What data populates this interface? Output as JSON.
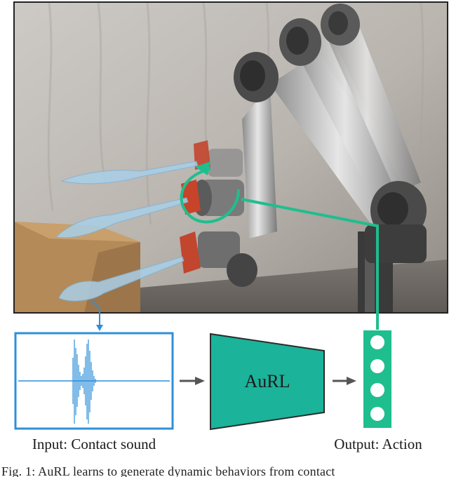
{
  "figure": {
    "model_label": "AuRL",
    "input_label": "Input: Contact sound",
    "output_label": "Output: Action",
    "caption": "Fig. 1: AuRL learns to generate dynamic behaviors from contact"
  },
  "colors": {
    "input_blue": "#2f8fd8",
    "model_teal": "#1bb39a",
    "action_green": "#1fbe8e",
    "arrow_gray": "#555555"
  },
  "output_nodes": 4
}
